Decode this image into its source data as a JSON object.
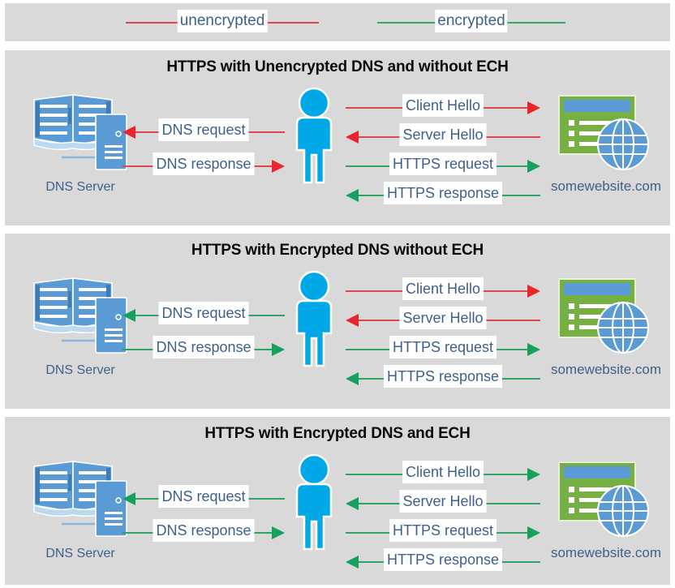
{
  "legend": {
    "items": [
      {
        "label": "unencrypted",
        "color": "#e0474c",
        "style": "red-line"
      },
      {
        "label": "encrypted",
        "color": "#3aa86b",
        "style": "green-line"
      }
    ]
  },
  "nodes": {
    "dns_server_label": "DNS Server",
    "website_label": "somewebsite.com",
    "dns_icon_name": "dns-server-icon",
    "person_icon_name": "user-person-icon",
    "website_icon_name": "website-browser-globe-icon"
  },
  "panels": [
    {
      "title": "HTTPS with Unencrypted DNS and without ECH",
      "dns_server_label": "DNS Server",
      "website_label": "somewebsite.com",
      "arrows": [
        {
          "label": "DNS request",
          "color": "red",
          "direction": "left",
          "side": "left"
        },
        {
          "label": "DNS response",
          "color": "red",
          "direction": "right",
          "side": "left"
        },
        {
          "label": "Client Hello",
          "color": "red",
          "direction": "right",
          "side": "right"
        },
        {
          "label": "Server Hello",
          "color": "red",
          "direction": "left",
          "side": "right"
        },
        {
          "label": "HTTPS request",
          "color": "green",
          "direction": "right",
          "side": "right"
        },
        {
          "label": "HTTPS response",
          "color": "green",
          "direction": "left",
          "side": "right"
        }
      ]
    },
    {
      "title": "HTTPS with Encrypted DNS without ECH",
      "dns_server_label": "DNS Server",
      "website_label": "somewebsite.com",
      "arrows": [
        {
          "label": "DNS request",
          "color": "green",
          "direction": "left",
          "side": "left"
        },
        {
          "label": "DNS response",
          "color": "green",
          "direction": "right",
          "side": "left"
        },
        {
          "label": "Client Hello",
          "color": "red",
          "direction": "right",
          "side": "right"
        },
        {
          "label": "Server Hello",
          "color": "red",
          "direction": "left",
          "side": "right"
        },
        {
          "label": "HTTPS request",
          "color": "green",
          "direction": "right",
          "side": "right"
        },
        {
          "label": "HTTPS response",
          "color": "green",
          "direction": "left",
          "side": "right"
        }
      ]
    },
    {
      "title": "HTTPS with Encrypted DNS and ECH",
      "dns_server_label": "DNS Server",
      "website_label": "somewebsite.com",
      "arrows": [
        {
          "label": "DNS request",
          "color": "green",
          "direction": "left",
          "side": "left"
        },
        {
          "label": "DNS response",
          "color": "green",
          "direction": "right",
          "side": "left"
        },
        {
          "label": "Client Hello",
          "color": "green",
          "direction": "right",
          "side": "right"
        },
        {
          "label": "Server Hello",
          "color": "green",
          "direction": "left",
          "side": "right"
        },
        {
          "label": "HTTPS request",
          "color": "green",
          "direction": "right",
          "side": "right"
        },
        {
          "label": "HTTPS response",
          "color": "green",
          "direction": "left",
          "side": "right"
        }
      ]
    }
  ],
  "colors": {
    "panel_background": "#d9d9d9",
    "page_background": "#ffffff",
    "unencrypted": "#e0474c",
    "encrypted": "#2fa268",
    "label_text": "#3f6089",
    "title_text": "#0a0a0a",
    "person": "#00a8e8",
    "website_green": "#76b043",
    "website_titlebar_blue": "#5b9bd5",
    "dns_blue": "#5b9bd5"
  }
}
